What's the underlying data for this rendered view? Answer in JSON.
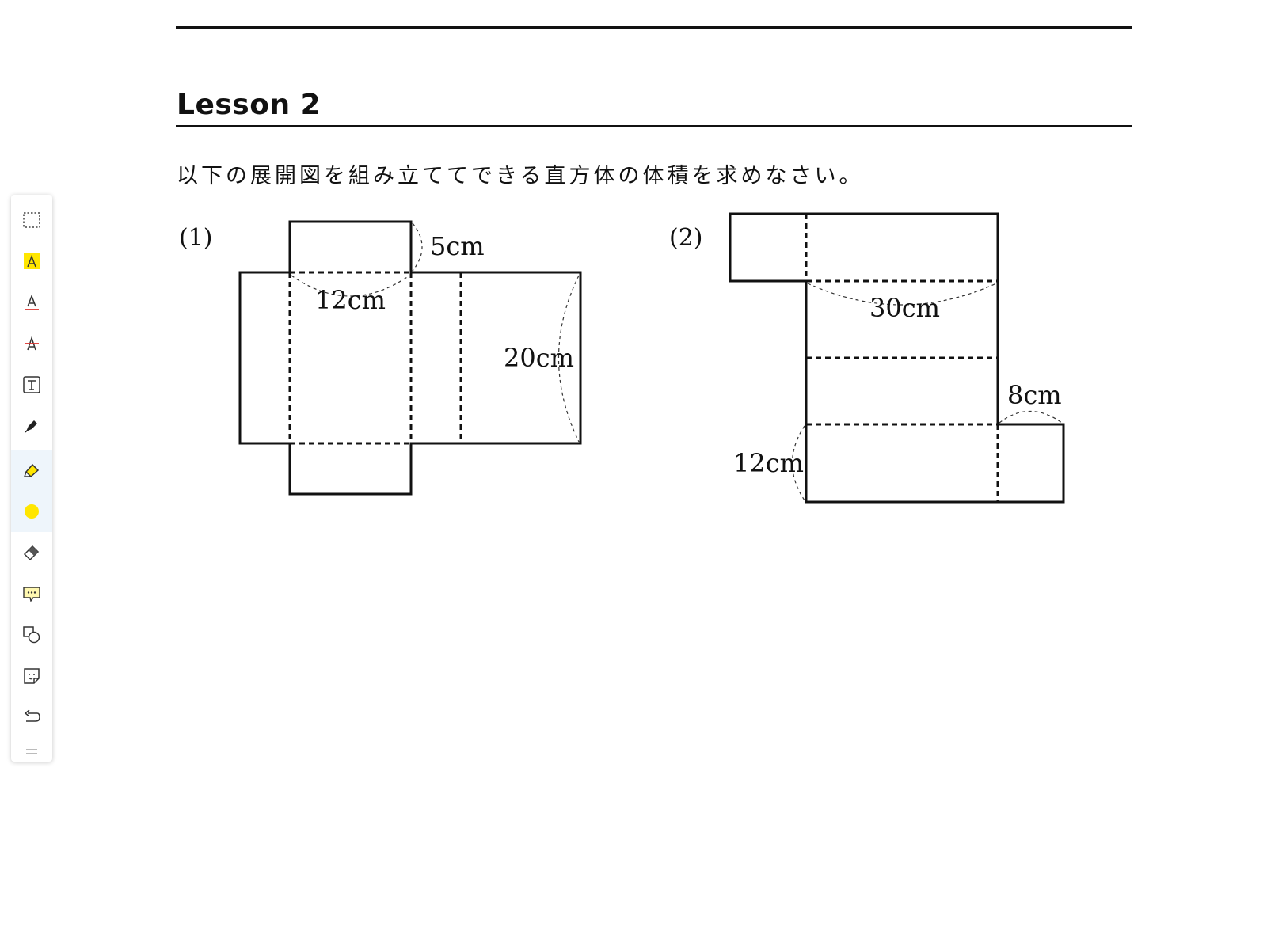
{
  "header": {
    "lesson_title": "Lesson 2",
    "instruction": "以下の展開図を組み立ててできる直方体の体積を求めなさい。"
  },
  "problems": [
    {
      "label": "(1)",
      "dimensions": [
        "5cm",
        "12cm",
        "20cm"
      ]
    },
    {
      "label": "(2)",
      "dimensions": [
        "30cm",
        "8cm",
        "12cm"
      ]
    }
  ],
  "toolbar": {
    "items": [
      {
        "name": "select-tool",
        "icon": "dashed-rectangle-icon"
      },
      {
        "name": "highlight-text-tool",
        "icon": "highlighted-a-icon"
      },
      {
        "name": "underline-tool",
        "icon": "underlined-a-icon"
      },
      {
        "name": "strikethrough-tool",
        "icon": "strikethrough-a-icon"
      },
      {
        "name": "text-box-tool",
        "icon": "text-box-icon"
      },
      {
        "name": "pen-tool",
        "icon": "pen-icon"
      },
      {
        "name": "highlighter-tool",
        "icon": "highlighter-icon",
        "active": true
      },
      {
        "name": "color-picker",
        "icon": "yellow-dot-icon",
        "active": true
      },
      {
        "name": "eraser-tool",
        "icon": "eraser-icon"
      },
      {
        "name": "comment-tool",
        "icon": "comment-icon"
      },
      {
        "name": "shapes-tool",
        "icon": "shapes-icon"
      },
      {
        "name": "sticker-tool",
        "icon": "sticker-icon"
      },
      {
        "name": "undo-button",
        "icon": "undo-icon"
      }
    ],
    "accent_color": "#2a8ee0",
    "highlight_color": "#ffe600"
  }
}
